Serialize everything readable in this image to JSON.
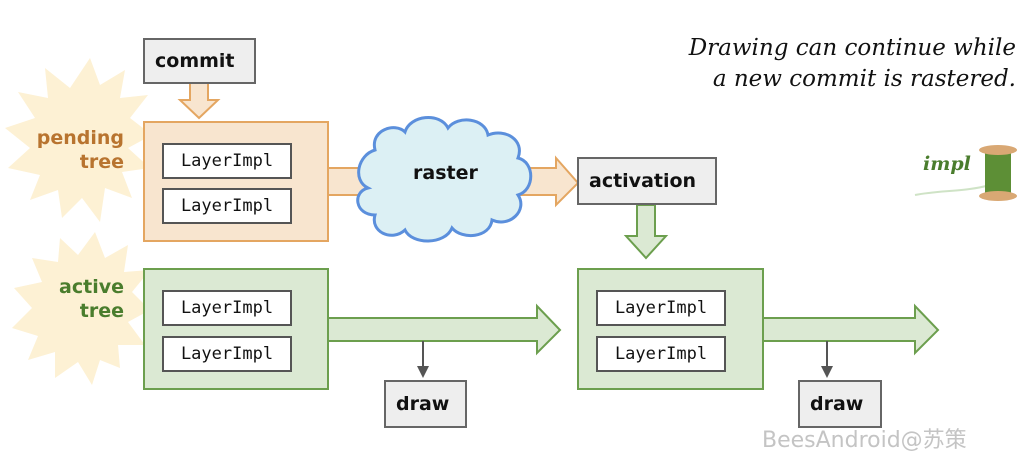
{
  "caption": {
    "line1": "Drawing can continue while",
    "line2": "a new commit is rastered."
  },
  "nodes": {
    "commit": "commit",
    "raster": "raster",
    "activation": "activation",
    "draw_1": "draw",
    "draw_2": "draw"
  },
  "trees": {
    "pending": {
      "label_line1": "pending",
      "label_line2": "tree",
      "layers": [
        "LayerImpl",
        "LayerImpl"
      ]
    },
    "active": {
      "label_line1": "active",
      "label_line2": "tree",
      "layers": [
        "LayerImpl",
        "LayerImpl"
      ]
    },
    "activated": {
      "layers": [
        "LayerImpl",
        "LayerImpl"
      ]
    }
  },
  "logo": {
    "text": "impl",
    "icon": "thread-spool-icon"
  },
  "watermark": "BeesAndroid@苏策",
  "colors": {
    "pending_fill": "#f8e5cf",
    "pending_stroke": "#e4a661",
    "pending_label": "#b8742f",
    "active_fill": "#dbe9d3",
    "active_stroke": "#6c9f4e",
    "active_label": "#4a7d2d",
    "burst_fill": "#fdf1d4",
    "cloud_fill": "#dcf0f4",
    "cloud_stroke": "#5b8fdc"
  }
}
